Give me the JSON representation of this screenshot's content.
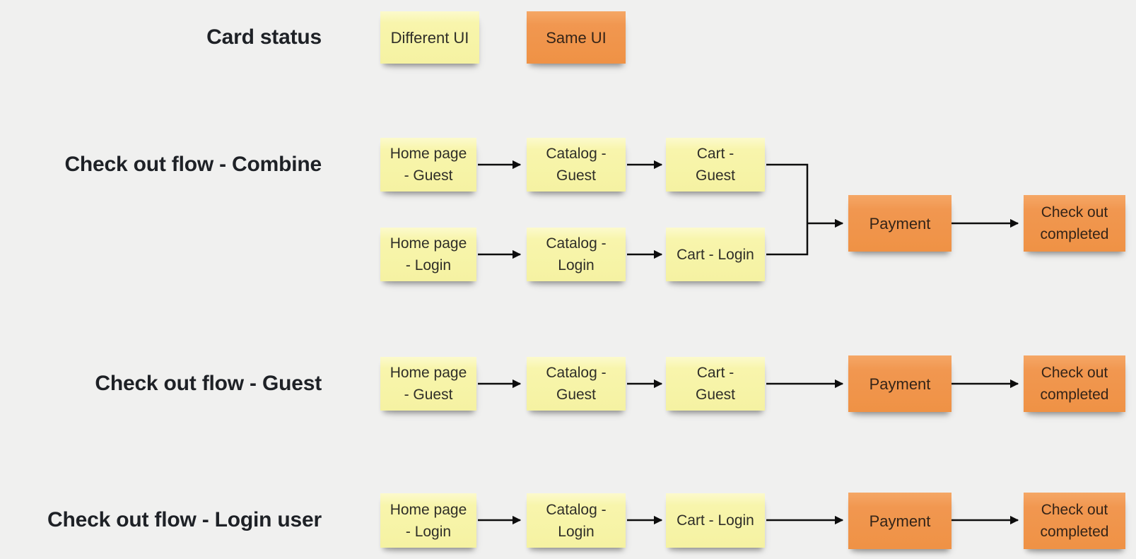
{
  "canvas": {
    "background_color": "#f0f0ef",
    "note_yellow_color": "#f8f5ac",
    "note_orange_color": "#f0964b",
    "connector_color": "#0d0d0d",
    "heading_color": "#1e2126"
  },
  "legend": {
    "title": "Card status",
    "items": [
      {
        "label": "Different UI",
        "color": "yellow"
      },
      {
        "label": "Same UI",
        "color": "orange"
      }
    ]
  },
  "flows": {
    "combine": {
      "title": "Check out flow - Combine",
      "guest_branch": [
        {
          "label": "Home page\n- Guest",
          "color": "yellow"
        },
        {
          "label": "Catalog -\nGuest",
          "color": "yellow"
        },
        {
          "label": "Cart -\nGuest",
          "color": "yellow"
        }
      ],
      "login_branch": [
        {
          "label": "Home page\n- Login",
          "color": "yellow"
        },
        {
          "label": "Catalog -\nLogin",
          "color": "yellow"
        },
        {
          "label": "Cart - Login",
          "color": "yellow"
        }
      ],
      "merged": [
        {
          "label": "Payment",
          "color": "orange"
        },
        {
          "label": "Check out\ncompleted",
          "color": "orange"
        }
      ]
    },
    "guest": {
      "title": "Check out flow - Guest",
      "steps": [
        {
          "label": "Home page\n- Guest",
          "color": "yellow"
        },
        {
          "label": "Catalog -\nGuest",
          "color": "yellow"
        },
        {
          "label": "Cart -\nGuest",
          "color": "yellow"
        },
        {
          "label": "Payment",
          "color": "orange"
        },
        {
          "label": "Check out\ncompleted",
          "color": "orange"
        }
      ]
    },
    "login": {
      "title": "Check out flow - Login user",
      "steps": [
        {
          "label": "Home page\n- Login",
          "color": "yellow"
        },
        {
          "label": "Catalog -\nLogin",
          "color": "yellow"
        },
        {
          "label": "Cart - Login",
          "color": "yellow"
        },
        {
          "label": "Payment",
          "color": "orange"
        },
        {
          "label": "Check out\ncompleted",
          "color": "orange"
        }
      ]
    }
  }
}
